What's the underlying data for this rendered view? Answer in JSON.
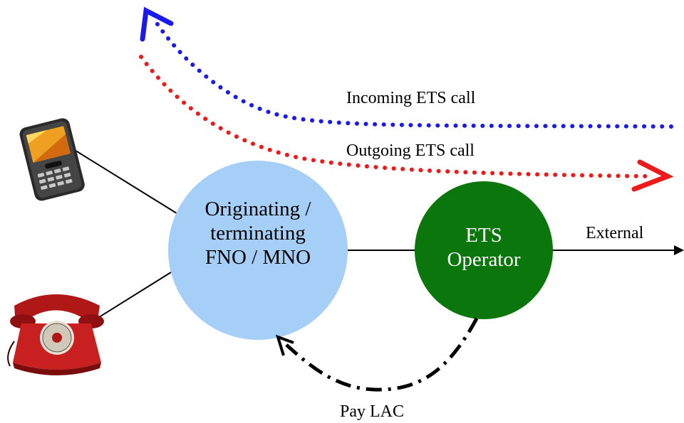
{
  "diagram": {
    "nodes": {
      "fno": {
        "lines": [
          "Originating /",
          "terminating",
          "FNO / MNO"
        ]
      },
      "ets": {
        "lines": [
          "ETS",
          "Operator"
        ]
      }
    },
    "flows": {
      "incoming": "Incoming ETS call",
      "outgoing": "Outgoing ETS call",
      "external": "External",
      "pay": "Pay LAC"
    },
    "icons": [
      "mobile-phone-icon",
      "rotary-telephone-icon"
    ]
  },
  "colors": {
    "fno_fill": "#a6cff7",
    "ets_fill": "#0b760b",
    "incoming": "#1a1aee",
    "outgoing": "#ee1a1a",
    "line": "#000000"
  }
}
